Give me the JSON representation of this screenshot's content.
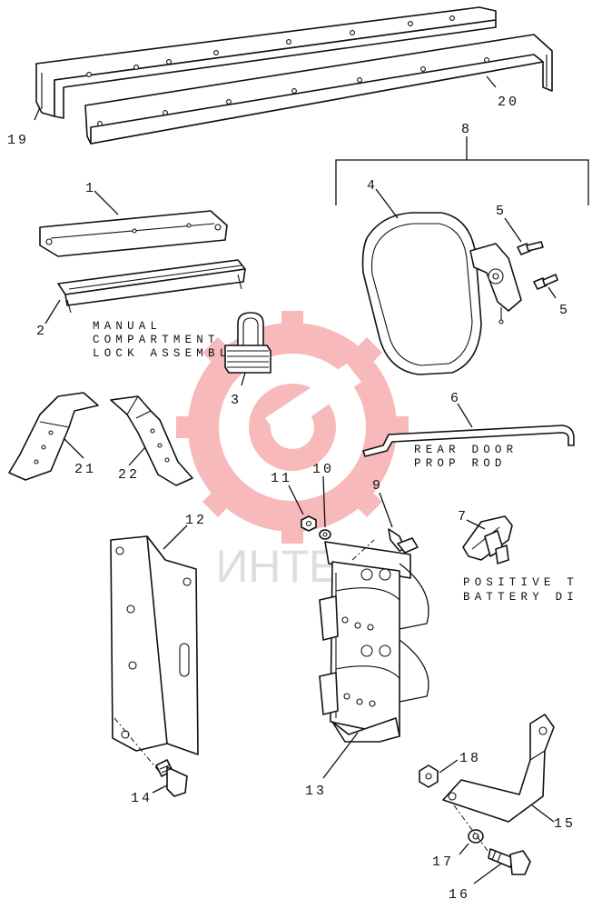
{
  "watermark": {
    "text": "ИНТЕХ",
    "color": "#e8282b"
  },
  "callouts": {
    "c1": "1",
    "c2": "2",
    "c3": "3",
    "c4": "4",
    "c5a": "5",
    "c5b": "5",
    "c6": "6",
    "c7": "7",
    "c8": "8",
    "c9": "9",
    "c10": "10",
    "c11": "11",
    "c12": "12",
    "c13": "13",
    "c14": "14",
    "c15": "15",
    "c16": "16",
    "c17": "17",
    "c18": "18",
    "c19": "19",
    "c20": "20",
    "c21": "21",
    "c22": "22"
  },
  "captions": {
    "manual_line1": "MANUAL",
    "manual_line2": "COMPARTMENT",
    "manual_line3": "LOCK ASSEMBLY",
    "rear_line1": "REAR DOOR",
    "rear_line2": "PROP ROD",
    "positive_line1": "POSITIVE T",
    "positive_line2": "BATTERY DI"
  }
}
